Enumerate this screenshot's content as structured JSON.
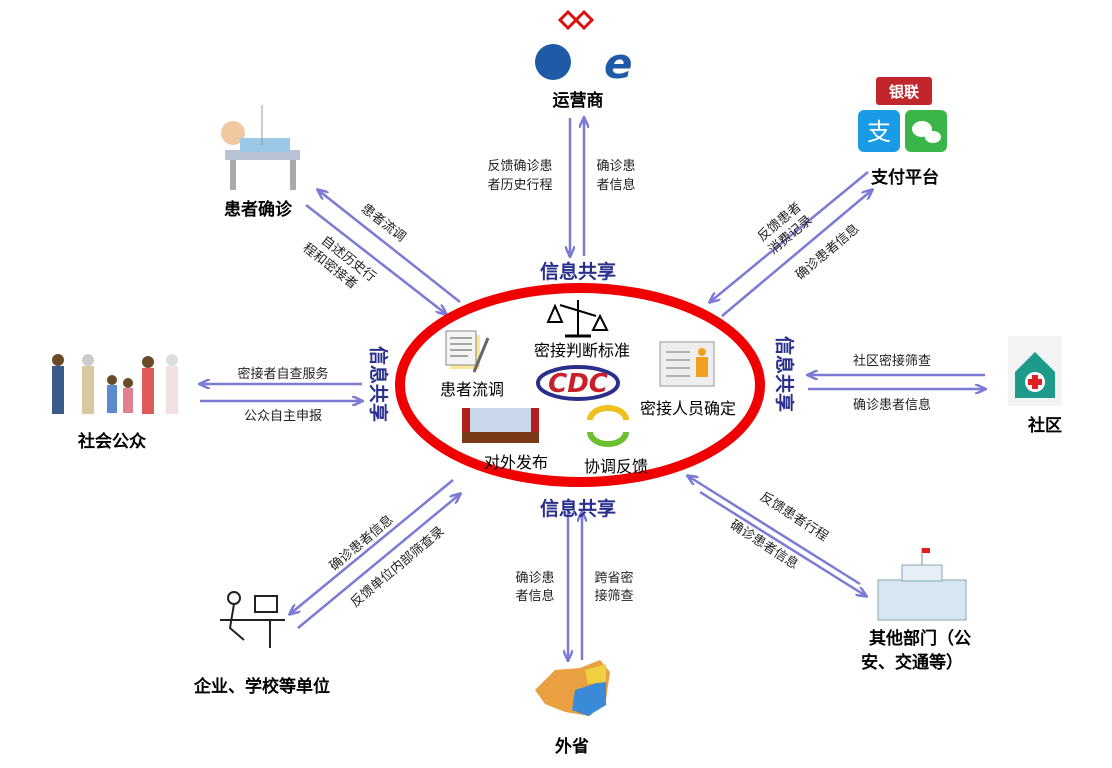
{
  "colors": {
    "arrow": "#7b7bd6",
    "ellipse": "#f00000",
    "share_text": "#2b2f8c"
  },
  "center": {
    "items": [
      "密接判断标准",
      "患者流调",
      "密接人员确定",
      "对外发布",
      "协调反馈"
    ],
    "logo": "CDC"
  },
  "share_label": "信息共享",
  "nodes": {
    "operator": "运营商",
    "payment": "支付平台",
    "patient": "患者确诊",
    "public": "社会公众",
    "community": "社区",
    "enterprise": "企业、学校等单位",
    "province": "外省",
    "other_dept_line1": "其他部门（公",
    "other_dept_line2": "安、交通等）",
    "payment_logo": "银联"
  },
  "flows": {
    "operator_down_1": "反馈确诊患",
    "operator_down_2": "者历史行程",
    "operator_up_1": "确诊患",
    "operator_up_2": "者信息",
    "payment_out_1": "反馈患者",
    "payment_out_2": "消费记录",
    "payment_in": "确诊患者信息",
    "patient_out": "患者流调",
    "patient_in_1": "自述历史行",
    "patient_in_2": "程和密接者",
    "public_out": "密接者自查服务",
    "public_in": "公众自主申报",
    "community_in": "社区密接筛查",
    "community_out": "确诊患者信息",
    "enterprise_out": "确诊患者信息",
    "enterprise_in": "反馈单位内部筛查录",
    "province_out_1": "确诊患",
    "province_out_2": "者信息",
    "province_in_1": "跨省密",
    "province_in_2": "接筛查",
    "other_in": "反馈患者行程",
    "other_out": "确诊患者信息"
  }
}
